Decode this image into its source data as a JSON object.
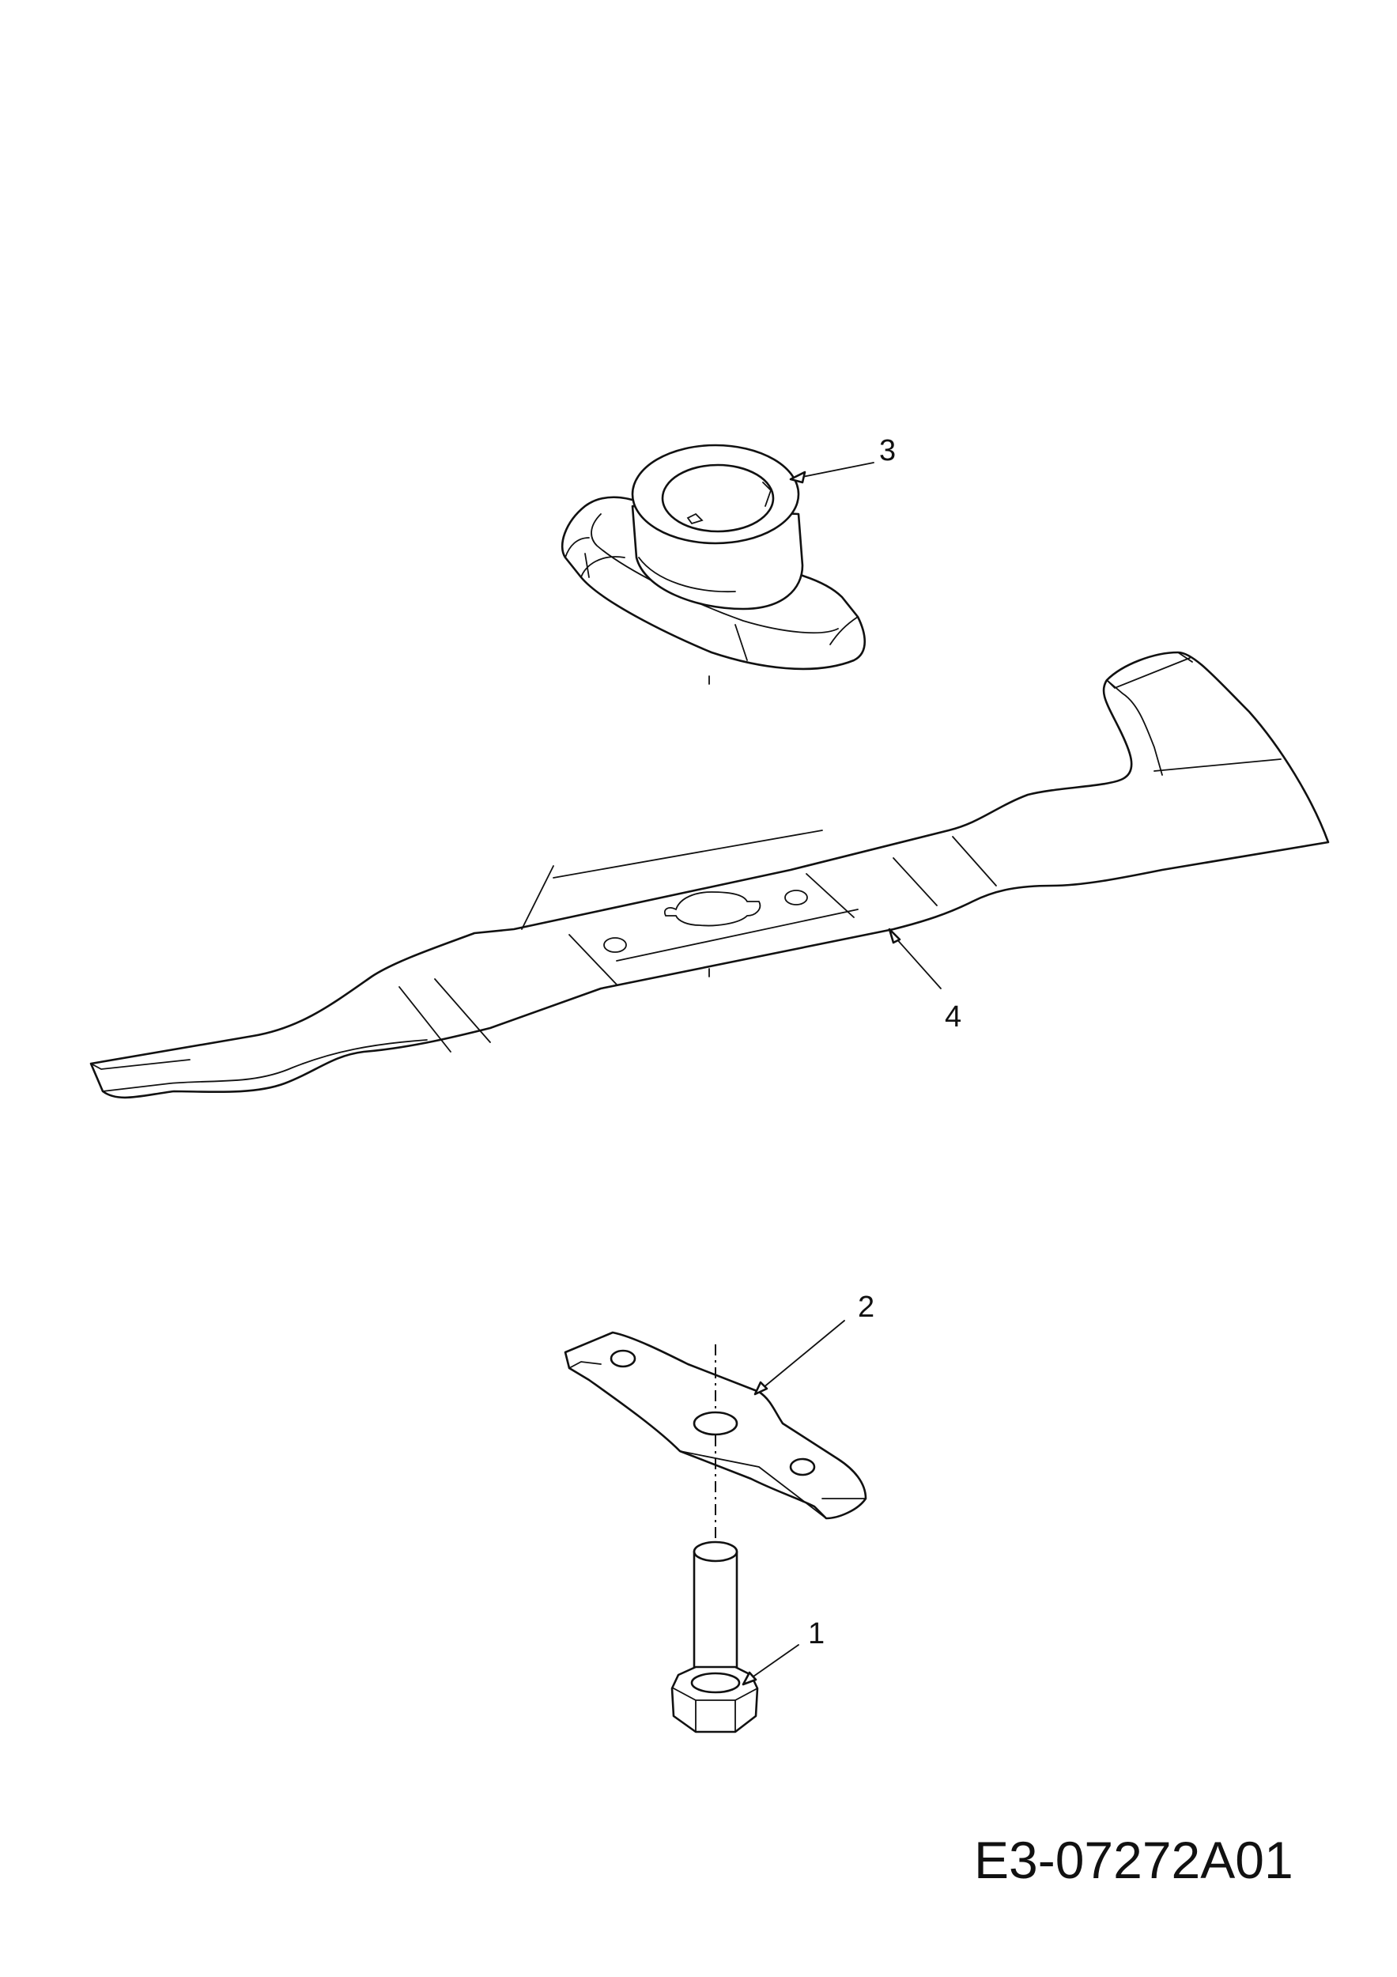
{
  "diagram": {
    "drawing_number": "E3-07272A01",
    "callouts": [
      {
        "id": "1",
        "label": "1",
        "part": "bolt"
      },
      {
        "id": "2",
        "label": "2",
        "part": "blade-support"
      },
      {
        "id": "3",
        "label": "3",
        "part": "blade-adapter"
      },
      {
        "id": "4",
        "label": "4",
        "part": "blade"
      }
    ]
  }
}
